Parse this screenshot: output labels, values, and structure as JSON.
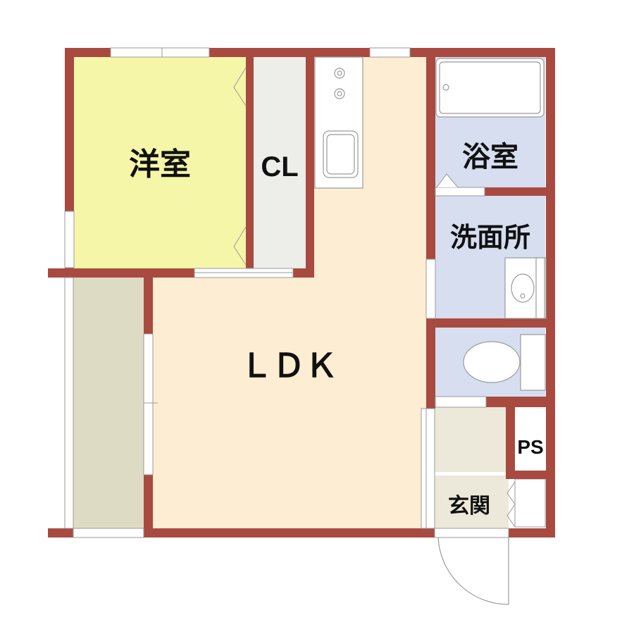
{
  "rooms": {
    "western_room": {
      "label": "洋室"
    },
    "closet": {
      "label": "CL"
    },
    "ldk": {
      "label": "ＬＤＫ"
    },
    "bathroom": {
      "label": "浴室"
    },
    "washroom": {
      "label": "洗面所"
    },
    "pipe_space": {
      "label": "PS"
    },
    "entrance": {
      "label": "玄関"
    }
  },
  "colors": {
    "wall": "#A84A40",
    "western_room": "#F6F6A8",
    "closet": "#EDEDE9",
    "ldk": "#FDEDD2",
    "wet_area": "#D6DEF0",
    "balcony": "#DEDBC4",
    "entrance_floor": "#ECE9DA",
    "fixture": "#FFFFFF",
    "line": "#9A9A9A"
  }
}
